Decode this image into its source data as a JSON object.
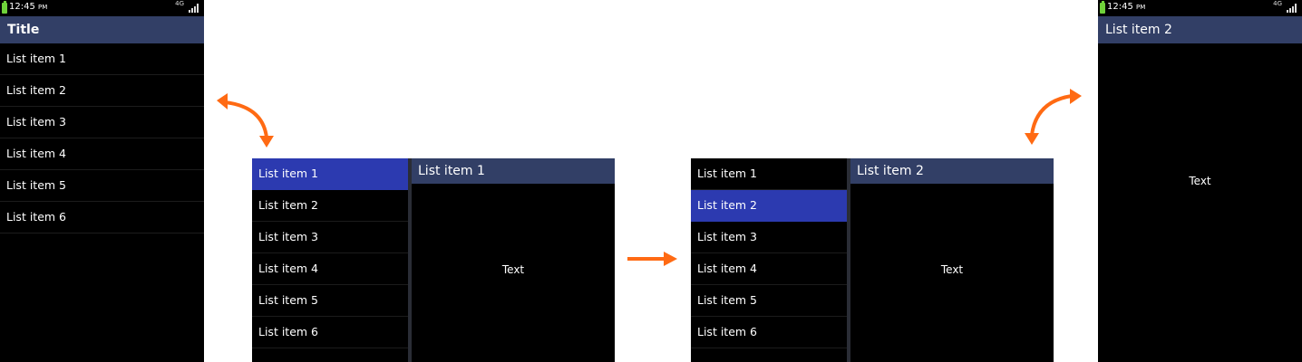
{
  "phone_left": {
    "status": {
      "time": "12:45",
      "ampm": "PM",
      "network": "4G"
    },
    "title": "Title",
    "items": [
      {
        "label": "List item 1"
      },
      {
        "label": "List item 2"
      },
      {
        "label": "List item 3"
      },
      {
        "label": "List item 4"
      },
      {
        "label": "List item 5"
      },
      {
        "label": "List item 6"
      }
    ]
  },
  "tablet_1": {
    "items": [
      {
        "label": "List item 1"
      },
      {
        "label": "List item 2"
      },
      {
        "label": "List item 3"
      },
      {
        "label": "List item 4"
      },
      {
        "label": "List item 5"
      },
      {
        "label": "List item 6"
      }
    ],
    "selected_index": 0,
    "detail_title": "List item 1",
    "detail_text": "Text"
  },
  "tablet_2": {
    "items": [
      {
        "label": "List item 1"
      },
      {
        "label": "List item 2"
      },
      {
        "label": "List item 3"
      },
      {
        "label": "List item 4"
      },
      {
        "label": "List item 5"
      },
      {
        "label": "List item 6"
      }
    ],
    "selected_index": 1,
    "detail_title": "List item 2",
    "detail_text": "Text"
  },
  "phone_right": {
    "status": {
      "time": "12:45",
      "ampm": "PM",
      "network": "4G"
    },
    "title": "List item 2",
    "text": "Text"
  },
  "colors": {
    "title_bar": "#323f66",
    "selected_item": "#2c3ab0",
    "arrow": "#ff6a13",
    "battery": "#6fd23a"
  },
  "icons": [
    "battery-icon",
    "signal-icon",
    "curved-double-arrow-icon",
    "right-arrow-icon"
  ]
}
